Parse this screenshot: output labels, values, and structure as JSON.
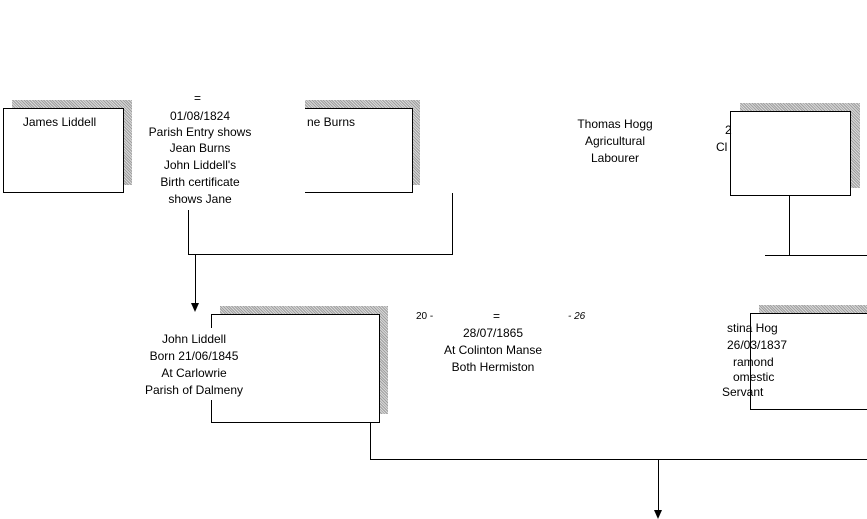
{
  "james": {
    "name": "James Liddell"
  },
  "jean": {
    "name_fragment": "ne Burns"
  },
  "marriage1": {
    "eq": "=",
    "date": "01/08/1824",
    "note_lines": [
      "Parish Entry shows",
      "Jean Burns",
      "John Liddell's",
      "Birth certificate",
      "shows Jane"
    ]
  },
  "thomas": {
    "lines": [
      "Thomas Hogg",
      "Agricultural",
      "Labourer"
    ]
  },
  "right_partial": {
    "line1": "2",
    "line2": "Cl"
  },
  "john": {
    "lines": [
      "John Liddell",
      "Born 21/06/1845",
      "At Carlowrie",
      "Parish of Dalmeny"
    ]
  },
  "marriage2": {
    "left_age": "20 -",
    "eq": "=",
    "right_age": "- 26",
    "date": "28/07/1865",
    "place": "At Colinton Manse",
    "residence": "Both Hermiston"
  },
  "christina": {
    "lines": [
      "stina Hog",
      "26/03/1837",
      "ramond",
      "omestic",
      "Servant"
    ]
  }
}
